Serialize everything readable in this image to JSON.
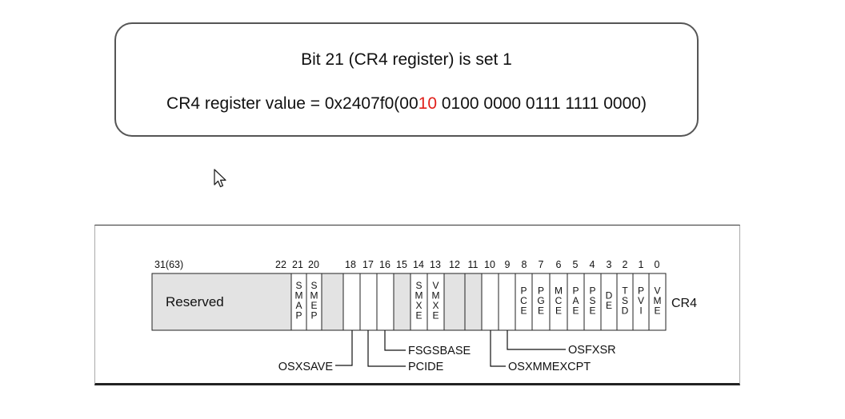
{
  "callout": {
    "title": "Bit 21 (CR4 register) is set 1",
    "value_prefix": "CR4 register value = 0x2407f0(00",
    "value_highlight": "10",
    "value_suffix": " 0100 0000 0111 1111 0000)",
    "highlight_color": "#e0201b"
  },
  "cursor": {
    "icon": "mouse-pointer-icon"
  },
  "diagram": {
    "register_name": "CR4",
    "bit_numbers": [
      "31(63)",
      "22",
      "21",
      "20",
      "18",
      "17",
      "16",
      "15",
      "14",
      "13",
      "12",
      "11",
      "10",
      "9",
      "8",
      "7",
      "6",
      "5",
      "4",
      "3",
      "2",
      "1",
      "0"
    ],
    "reserved_label": "Reserved",
    "fields": [
      {
        "bit": 21,
        "letters": [
          "S",
          "M",
          "A",
          "P"
        ]
      },
      {
        "bit": 20,
        "letters": [
          "S",
          "M",
          "E",
          "P"
        ]
      },
      {
        "bit": 19,
        "letters": []
      },
      {
        "bit": 18,
        "letters": []
      },
      {
        "bit": 17,
        "letters": []
      },
      {
        "bit": 16,
        "letters": []
      },
      {
        "bit": 15,
        "letters": []
      },
      {
        "bit": 14,
        "letters": [
          "S",
          "M",
          "X",
          "E"
        ]
      },
      {
        "bit": 13,
        "letters": [
          "V",
          "M",
          "X",
          "E"
        ]
      },
      {
        "bit": 12,
        "letters": []
      },
      {
        "bit": 11,
        "letters": []
      },
      {
        "bit": 10,
        "letters": []
      },
      {
        "bit": 9,
        "letters": []
      },
      {
        "bit": 8,
        "letters": [
          "P",
          "C",
          "E"
        ]
      },
      {
        "bit": 7,
        "letters": [
          "P",
          "G",
          "E"
        ]
      },
      {
        "bit": 6,
        "letters": [
          "M",
          "C",
          "E"
        ]
      },
      {
        "bit": 5,
        "letters": [
          "P",
          "A",
          "E"
        ]
      },
      {
        "bit": 4,
        "letters": [
          "P",
          "S",
          "E"
        ]
      },
      {
        "bit": 3,
        "letters": [
          "D",
          "E"
        ]
      },
      {
        "bit": 2,
        "letters": [
          "T",
          "S",
          "D"
        ]
      },
      {
        "bit": 1,
        "letters": [
          "P",
          "V",
          "I"
        ]
      },
      {
        "bit": 0,
        "letters": [
          "V",
          "M",
          "E"
        ]
      }
    ],
    "callouts": [
      "OSXSAVE",
      "PCIDE",
      "FSGSBASE",
      "OSFXSR",
      "OSXMMEXCPT"
    ],
    "colors": {
      "reserved_fill": "#e3e3e3",
      "field_fill": "#ffffff",
      "line": "#222222"
    }
  }
}
